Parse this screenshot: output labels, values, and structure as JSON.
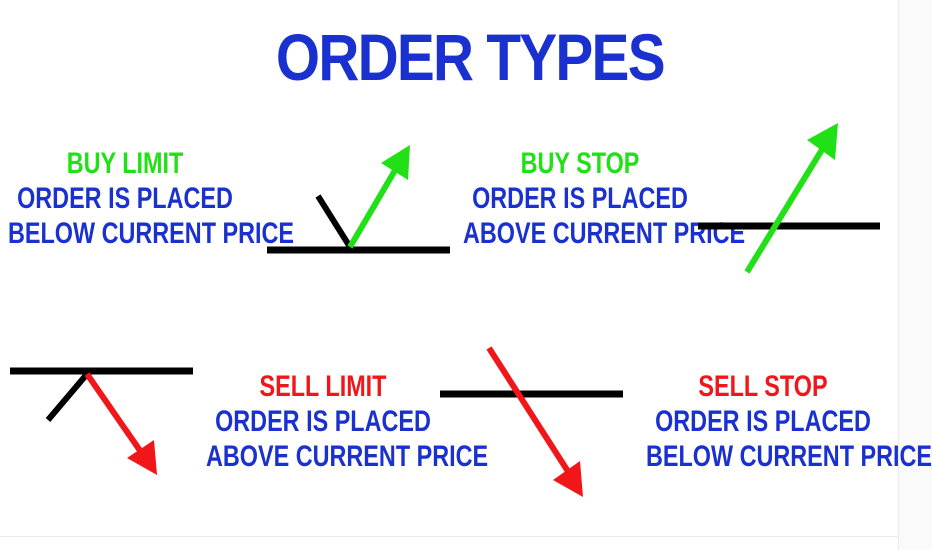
{
  "title": "ORDER TYPES",
  "colors": {
    "title_blue": "#1a31d0",
    "text_blue": "#1a31d0",
    "buy_green": "#22e016",
    "sell_red": "#f0161a",
    "price_line": "#000000",
    "background": "#ffffff"
  },
  "order_types": [
    {
      "id": "buy-limit",
      "name": "BUY LIMIT",
      "line1": "ORDER IS PLACED",
      "line2": "BELOW CURRENT PRICE",
      "arrow_color": "green",
      "direction": "up"
    },
    {
      "id": "buy-stop",
      "name": "BUY STOP",
      "line1": "ORDER IS PLACED",
      "line2": "ABOVE CURRENT PRICE",
      "arrow_color": "green",
      "direction": "up"
    },
    {
      "id": "sell-limit",
      "name": "SELL LIMIT",
      "line1": "ORDER IS PLACED",
      "line2": "ABOVE CURRENT PRICE",
      "arrow_color": "red",
      "direction": "down"
    },
    {
      "id": "sell-stop",
      "name": "SELL STOP",
      "line1": "ORDER IS PLACED",
      "line2": "BELOW CURRENT PRICE",
      "arrow_color": "red",
      "direction": "down"
    }
  ]
}
